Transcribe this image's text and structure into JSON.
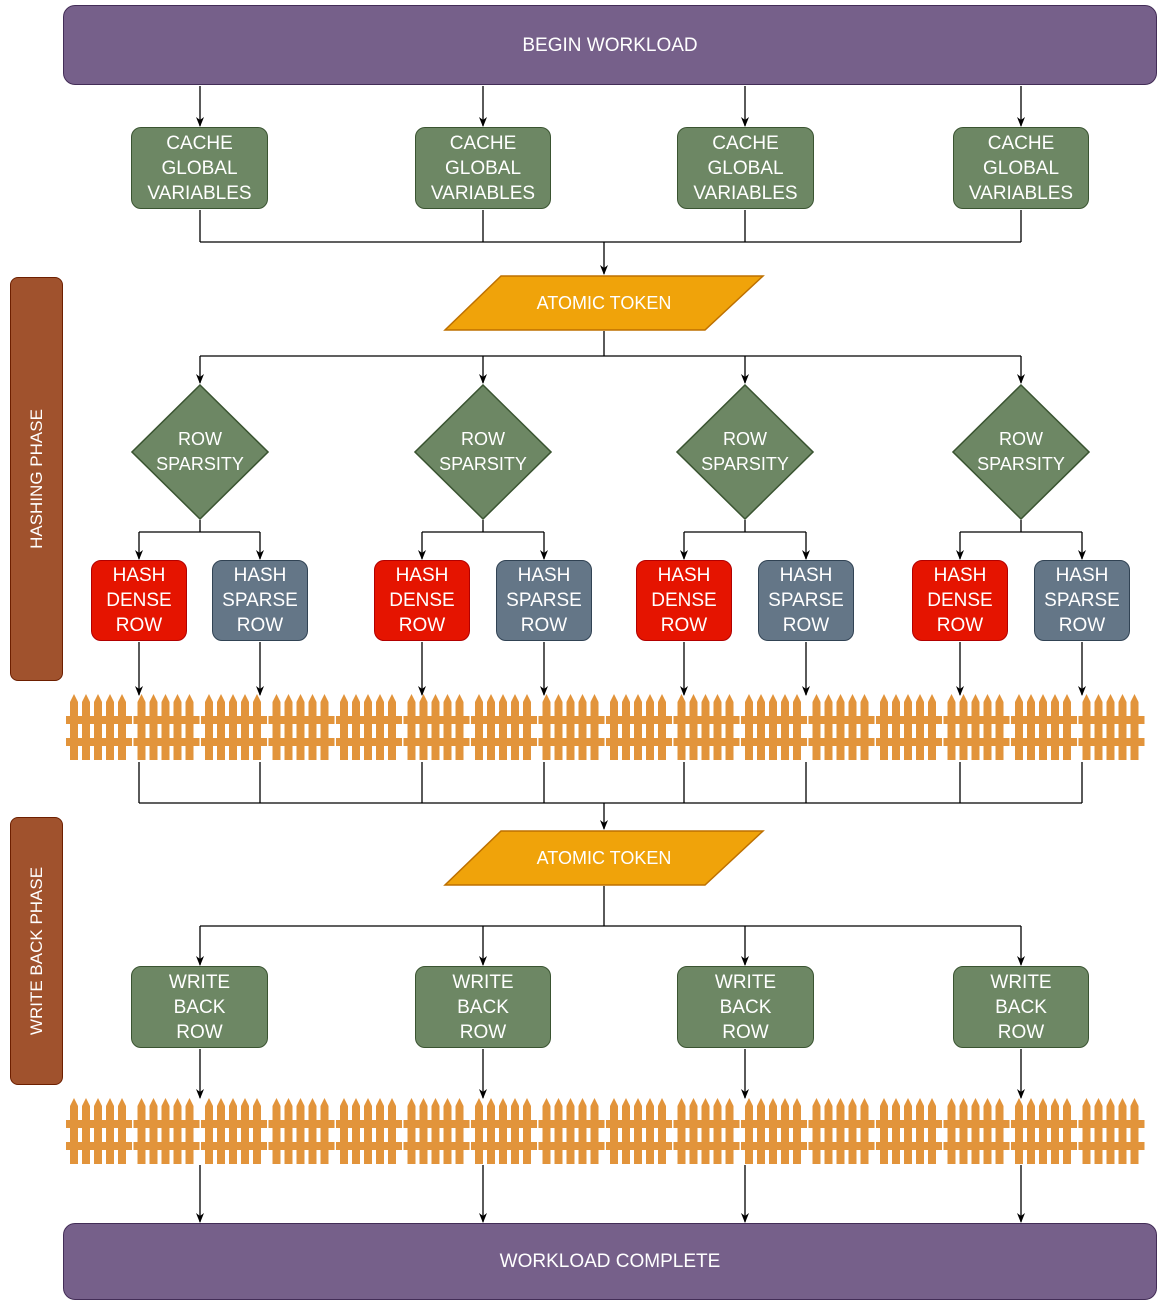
{
  "diagram": {
    "begin": "BEGIN WORKLOAD",
    "complete": "WORKLOAD COMPLETE",
    "phases": {
      "hashing": "HASHING PHASE",
      "write_back": "WRITE BACK PHASE"
    },
    "token1": "ATOMIC TOKEN",
    "token2": "ATOMIC TOKEN",
    "lanes": [
      {
        "cache": "CACHE\nGLOBAL\nVARIABLES",
        "decision": "ROW\nSPARSITY",
        "dense": "HASH\nDENSE\nROW",
        "sparse": "HASH\nSPARSE\nROW",
        "writeback": "WRITE\nBACK\nROW"
      },
      {
        "cache": "CACHE\nGLOBAL\nVARIABLES",
        "decision": "ROW\nSPARSITY",
        "dense": "HASH\nDENSE\nROW",
        "sparse": "HASH\nSPARSE\nROW",
        "writeback": "WRITE\nBACK\nROW"
      },
      {
        "cache": "CACHE\nGLOBAL\nVARIABLES",
        "decision": "ROW\nSPARSITY",
        "dense": "HASH\nDENSE\nROW",
        "sparse": "HASH\nSPARSE\nROW",
        "writeback": "WRITE\nBACK\nROW"
      },
      {
        "cache": "CACHE\nGLOBAL\nVARIABLES",
        "decision": "ROW\nSPARSITY",
        "dense": "HASH\nDENSE\nROW",
        "sparse": "HASH\nSPARSE\nROW",
        "writeback": "WRITE\nBACK\nROW"
      }
    ],
    "barrier_icon": "fence-icon",
    "colors": {
      "bar": "#76608a",
      "green": "#6d8764",
      "dense": "#e51400",
      "sparse": "#647687",
      "token": "#f0a30a",
      "phase": "#a0522d",
      "fence": "#e2943b"
    }
  }
}
